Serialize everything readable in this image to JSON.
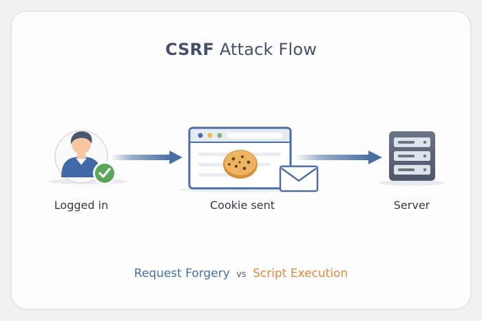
{
  "title": {
    "part1": "CSRF",
    "part2": "Attack Flow"
  },
  "nodes": [
    {
      "label": "Logged in",
      "icon": "user-with-checkmark-icon"
    },
    {
      "label": "Cookie sent",
      "icon": "browser-with-cookie-icon"
    },
    {
      "label": "Server",
      "icon": "server-icon"
    }
  ],
  "footer": {
    "left": "Request Forgery",
    "middle": "vs",
    "right": "Script Execution"
  },
  "colors": {
    "title": "#45516a",
    "arrow": "#4a6fa5",
    "accent_blue": "#4670a3",
    "accent_orange": "#e08a38",
    "check_green": "#5aa65a",
    "server": "#5b6577"
  }
}
